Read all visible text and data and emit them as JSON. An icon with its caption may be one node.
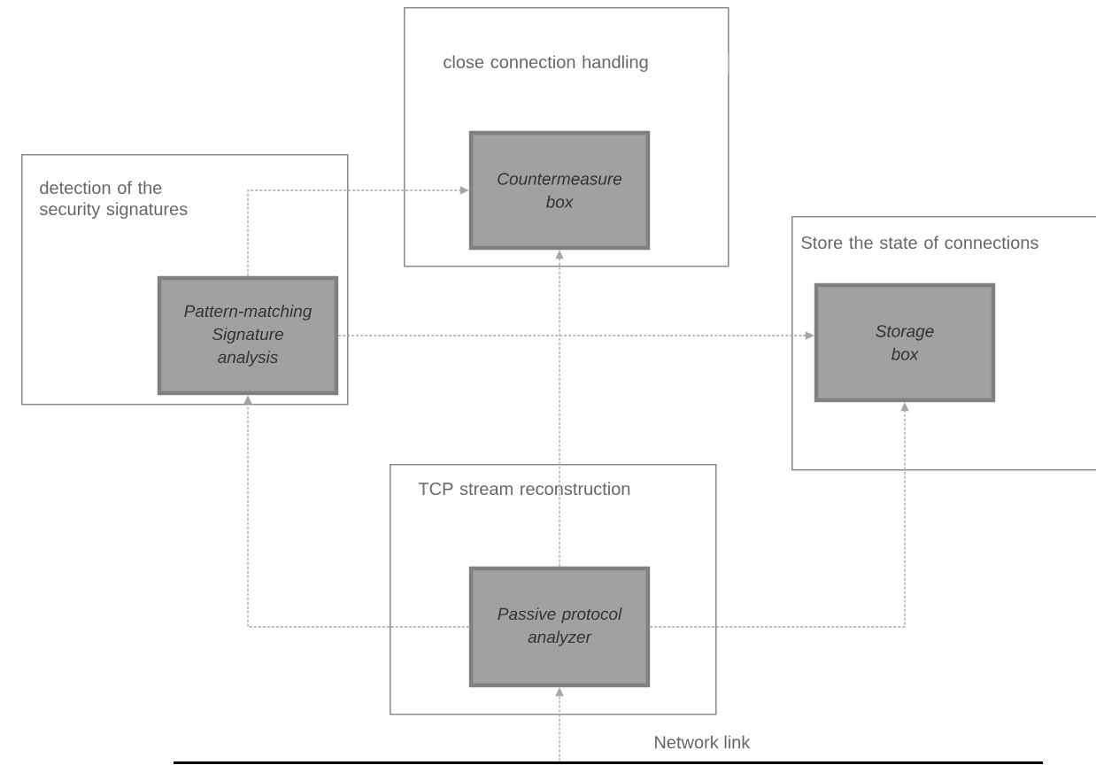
{
  "diagram": {
    "nodes": [
      {
        "text": [
          "close connection handling"
        ]
      },
      {
        "text": [
          "Countermeasure box"
        ],
        "in": 0
      },
      {
        "text": [
          "detection of the security signatures"
        ]
      },
      {
        "text": [
          "Pattern-matching Signature analysis"
        ],
        "in": 2
      },
      {
        "text": [
          "Store the state of connections"
        ]
      },
      {
        "text": [
          "Storage box"
        ],
        "in": 4
      },
      {
        "text": [
          "TCP stream reconstruction"
        ]
      },
      {
        "text": [
          "Passive protocol analyzer"
        ],
        "in": 6
      },
      {
        "text": [],
        "shape": "bar"
      }
    ],
    "edges": [
      {
        "from": 8,
        "to": 7,
        "arrow": "to",
        "style": "dashed"
      },
      {
        "from": 7,
        "to": 1,
        "arrow": "to",
        "style": "dashed"
      },
      {
        "from": 7,
        "to": 3,
        "arrow": "to",
        "style": "dashed"
      },
      {
        "from": 7,
        "to": 5,
        "arrow": "to",
        "style": "dashed"
      },
      {
        "from": 3,
        "to": 5,
        "arrow": "to",
        "style": "dashed"
      },
      {
        "from": 3,
        "to": 1,
        "arrow": "to",
        "style": "dashed"
      }
    ],
    "labels": [
      "Network link"
    ]
  }
}
